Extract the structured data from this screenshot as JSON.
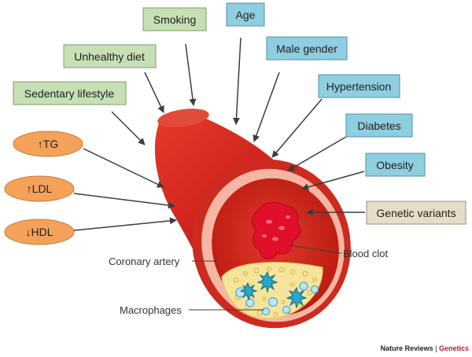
{
  "risk_factors": {
    "lifestyle": [
      {
        "label": "Smoking"
      },
      {
        "label": "Unhealthy diet"
      },
      {
        "label": "Sedentary lifestyle"
      }
    ],
    "demographic_clinical": [
      {
        "label": "Age"
      },
      {
        "label": "Male gender"
      },
      {
        "label": "Hypertension"
      },
      {
        "label": "Diabetes"
      },
      {
        "label": "Obesity"
      }
    ],
    "lipids": [
      {
        "label": "↑TG"
      },
      {
        "label": "↑LDL"
      },
      {
        "label": "↓HDL"
      }
    ],
    "genetic": {
      "label": "Genetic variants"
    }
  },
  "annotations": {
    "coronary_artery": "Coronary artery",
    "blood_clot": "Blood clot",
    "macrophages": "Macrophages"
  },
  "credit": {
    "journal": "Nature Reviews",
    "separator": " | ",
    "section": "Genetics"
  },
  "colors": {
    "lifestyle_box": "#c6dfb4",
    "clinical_box": "#8fcde0",
    "lipid_oval": "#f4a15a",
    "genetic_box": "#e6ddc8",
    "artery_red": "#d7261e",
    "plaque_yellow": "#f5e59a",
    "macrophage_blue": "#2aa6c9",
    "credit_red": "#c8102e"
  }
}
